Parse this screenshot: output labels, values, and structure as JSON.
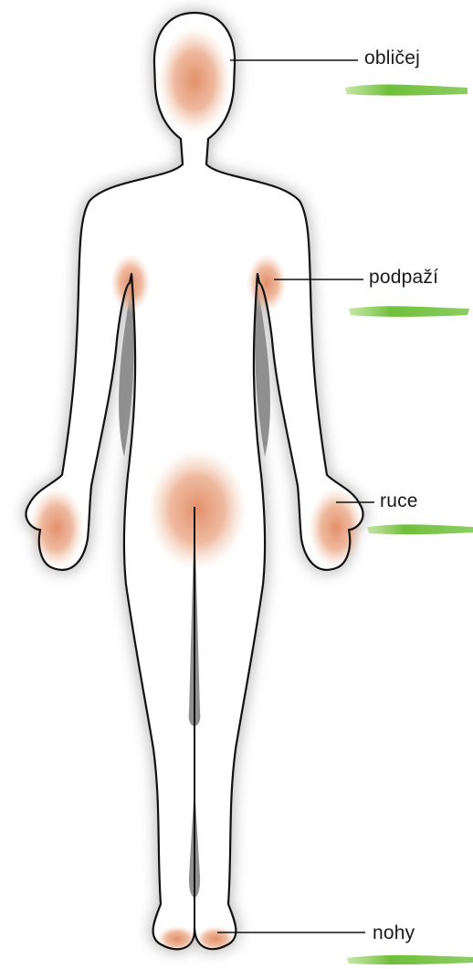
{
  "labels": {
    "face": "obličej",
    "armpit": "podpaží",
    "hands": "ruce",
    "feet": "nohy"
  },
  "colors": {
    "body_fill": "#ffffff",
    "body_outline": "#111111",
    "body_shadow": "#b9b9b9",
    "inner_shadow": "#8c8c8c",
    "highlight_zone": "#e2906a",
    "label_line": "#111111",
    "brush_stroke": "#6fbf3b"
  }
}
